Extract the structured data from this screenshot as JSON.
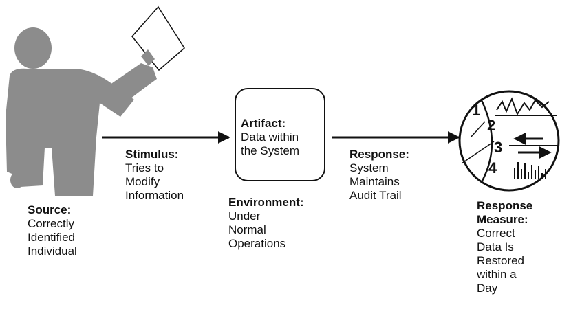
{
  "source": {
    "label": "Source:",
    "lines": [
      "Correctly",
      "Identified",
      "Individual"
    ]
  },
  "stimulus": {
    "label": "Stimulus:",
    "lines": [
      "Tries to",
      "Modify",
      "Information"
    ]
  },
  "artifact": {
    "label": "Artifact:",
    "lines": [
      "Data within",
      "the System"
    ]
  },
  "environment": {
    "label": "Environment:",
    "lines": [
      "Under",
      "Normal",
      "Operations"
    ]
  },
  "response": {
    "label": "Response:",
    "lines": [
      "System",
      "Maintains",
      "Audit Trail"
    ]
  },
  "response_measure": {
    "label_lines": [
      "Response",
      "Measure:"
    ],
    "lines": [
      "Correct",
      "Data Is",
      "Restored",
      "within a",
      "Day"
    ]
  },
  "gauge": {
    "numbers": [
      "1",
      "2",
      "3",
      "4"
    ]
  },
  "icons": [
    "person-figure-icon",
    "paper-sheet-icon",
    "gauge-icon",
    "arrow-right-icon"
  ],
  "colors": {
    "figure": "#8c8c8c",
    "ink": "#111111",
    "background": "#ffffff"
  }
}
